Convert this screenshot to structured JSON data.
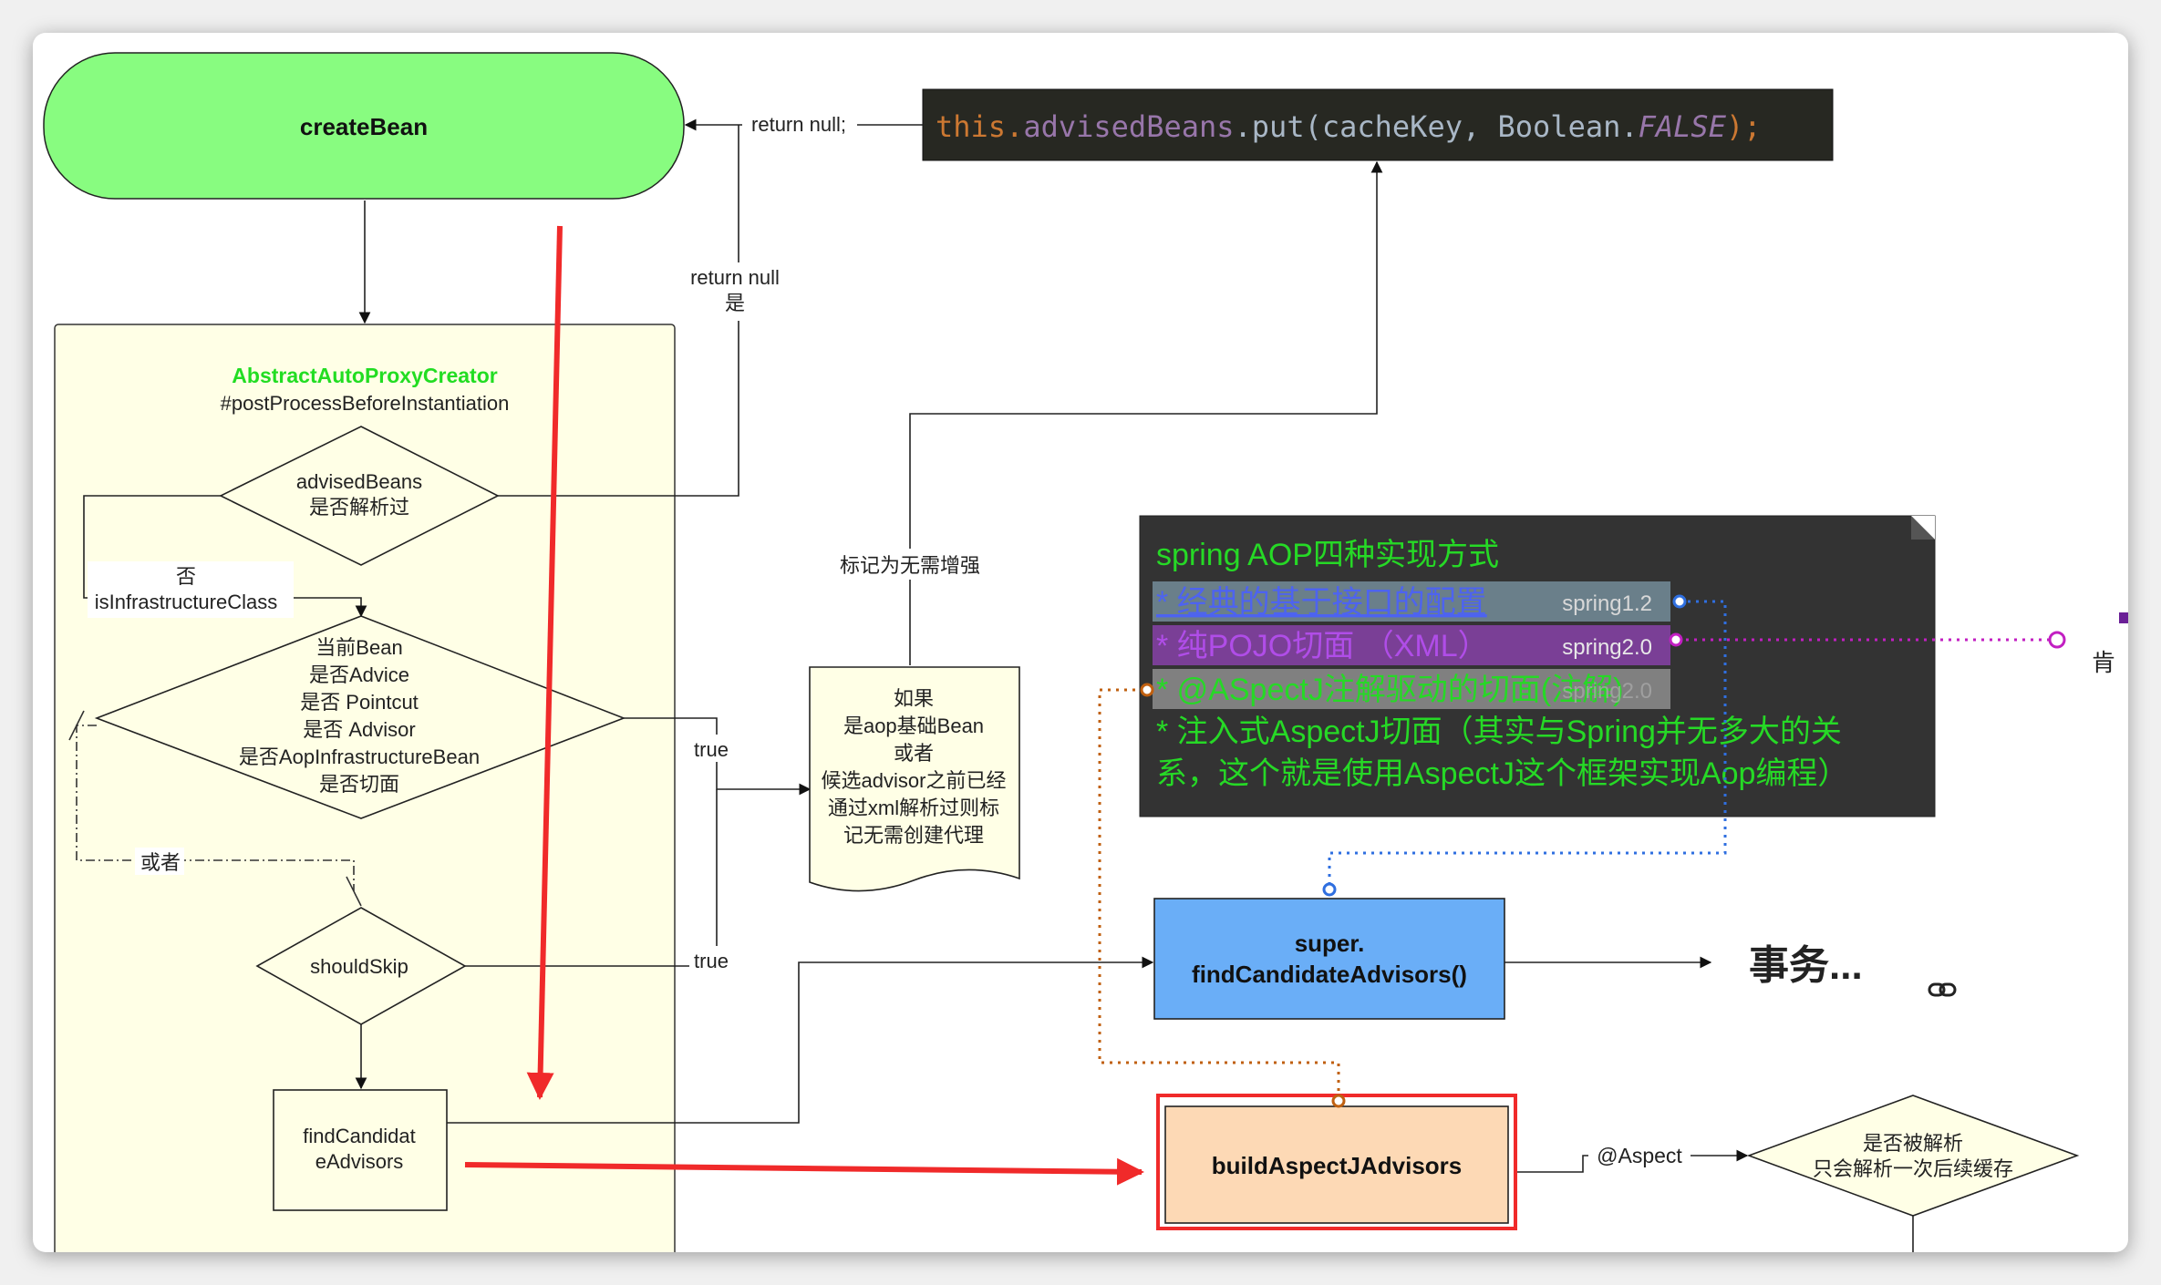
{
  "nodes": {
    "create_bean": "createBean",
    "code_this": "this.",
    "code_field": "advisedBeans",
    "code_put": ".put(cacheKey,  Boolean.",
    "code_false": "FALSE",
    "code_end": ");",
    "container_title": "AbstractAutoProxyCreator",
    "container_subtitle": "#postProcessBeforeInstantiation",
    "decision_advised": [
      "advisedBeans",
      "是否解析过"
    ],
    "decision_infra": [
      "当前Bean",
      "是否Advice",
      "是否 Pointcut",
      "是否 Advisor",
      "是否AopInfrastructureBean",
      "是否切面"
    ],
    "decision_should_skip": "shouldSkip",
    "process_find": [
      "findCandidat",
      "eAdvisors"
    ],
    "document_note": [
      "如果",
      "是aop基础Bean",
      "或者",
      "候选advisor之前已经",
      "通过xml解析过则标",
      "记无需创建代理"
    ],
    "super_find": [
      "super.",
      "findCandidateAdvisors()"
    ],
    "transaction": "事务...",
    "build_aspectj": "buildAspectJAdvisors",
    "decision_parsed": [
      "是否被解析",
      "只会解析一次后续缓存"
    ],
    "right_edge": "肯"
  },
  "edges": {
    "return_null_top": "return null;",
    "return_null_is": [
      "return null",
      "是"
    ],
    "mark_no_enhance": "标记为无需增强",
    "no_is_infra": [
      "否",
      "isInfrastructureClass"
    ],
    "true_1": "true",
    "true_2": "true",
    "or_label": "或者",
    "aspect_label": "@Aspect"
  },
  "note_panel": {
    "title": "spring AOP四种实现方式",
    "items": [
      {
        "text": "* 经典的基于接口的配置",
        "tag": "spring1.2"
      },
      {
        "text": "* 纯POJO切面 （XML）",
        "tag": "spring2.0"
      },
      {
        "text": "* @ASpectJ注解驱动的切面(注解)",
        "tag": "spring2.0"
      }
    ],
    "item4_lines": [
      "* 注入式AspectJ切面（其实与Spring并无多大的关",
      "系，这个就是使用AspectJ这个框架实现Aop编程）"
    ]
  },
  "colors": {
    "start_fill": "#88fc80",
    "container_fill": "#ffffe6",
    "note_fill": "#333333",
    "note_green": "#26d926",
    "code_bg": "#272822",
    "super_fill": "#6aaef7",
    "build_fill": "#fdd9b5",
    "red": "#f02a2a",
    "dotted_blue": "#2f6fe0",
    "dotted_magenta": "#c21fc2",
    "dotted_orange": "#c06010"
  },
  "icons": {
    "link": "link-icon"
  }
}
